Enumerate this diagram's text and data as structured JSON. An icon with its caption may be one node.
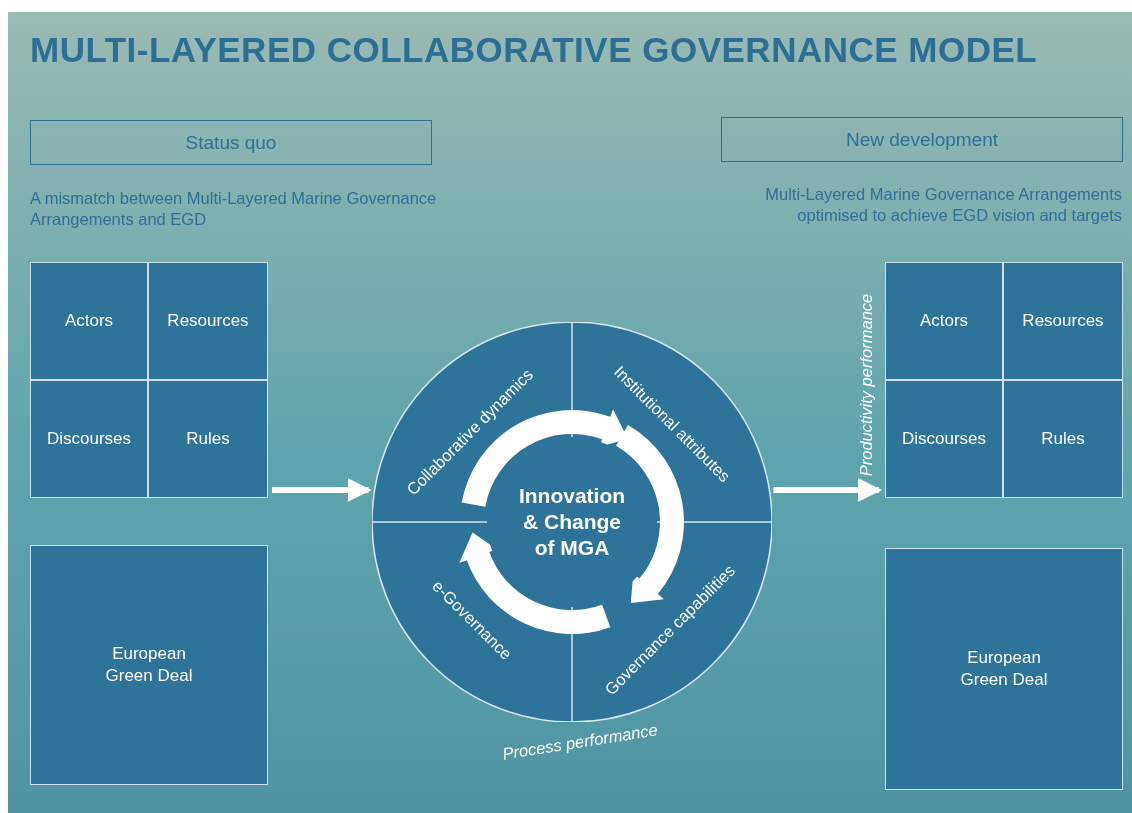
{
  "diagram": {
    "title": "MULTI-LAYERED COLLABORATIVE GOVERNANCE MODEL",
    "nodes": [
      {
        "text": [
          "Status quo"
        ],
        "beside": [
          "A mismatch between Multi-Layered Marine Governance Arrangements and EGD"
        ]
      },
      {
        "text": [
          "New development"
        ],
        "beside": [
          "Multi-Layered Marine Governance Arrangements optimised to achieve EGD vision and targets"
        ]
      },
      {
        "text": [
          "Actors"
        ]
      },
      {
        "text": [
          "Resources"
        ]
      },
      {
        "text": [
          "Discourses"
        ]
      },
      {
        "text": [
          "Rules"
        ]
      },
      {
        "text": [
          "European Green Deal"
        ]
      },
      {
        "text": [
          "Collaborative dynamics"
        ]
      },
      {
        "text": [
          "Institutional attributes"
        ]
      },
      {
        "text": [
          "Innovation & Change of MGA"
        ]
      },
      {
        "text": [
          "e-Governance"
        ]
      },
      {
        "text": [
          "Governance capabilities"
        ]
      },
      {
        "text": [
          "Actors"
        ]
      },
      {
        "text": [
          "Resources"
        ]
      },
      {
        "text": [
          "Discourses"
        ]
      },
      {
        "text": [
          "Rules"
        ]
      },
      {
        "text": [
          "European Green Deal"
        ]
      }
    ],
    "edges": [
      {
        "from": 5,
        "to": 7,
        "arrow": "to"
      },
      {
        "from": 8,
        "to": 14,
        "arrow": "to"
      }
    ],
    "labels": [
      "Productivity performance",
      "Process performance"
    ]
  }
}
